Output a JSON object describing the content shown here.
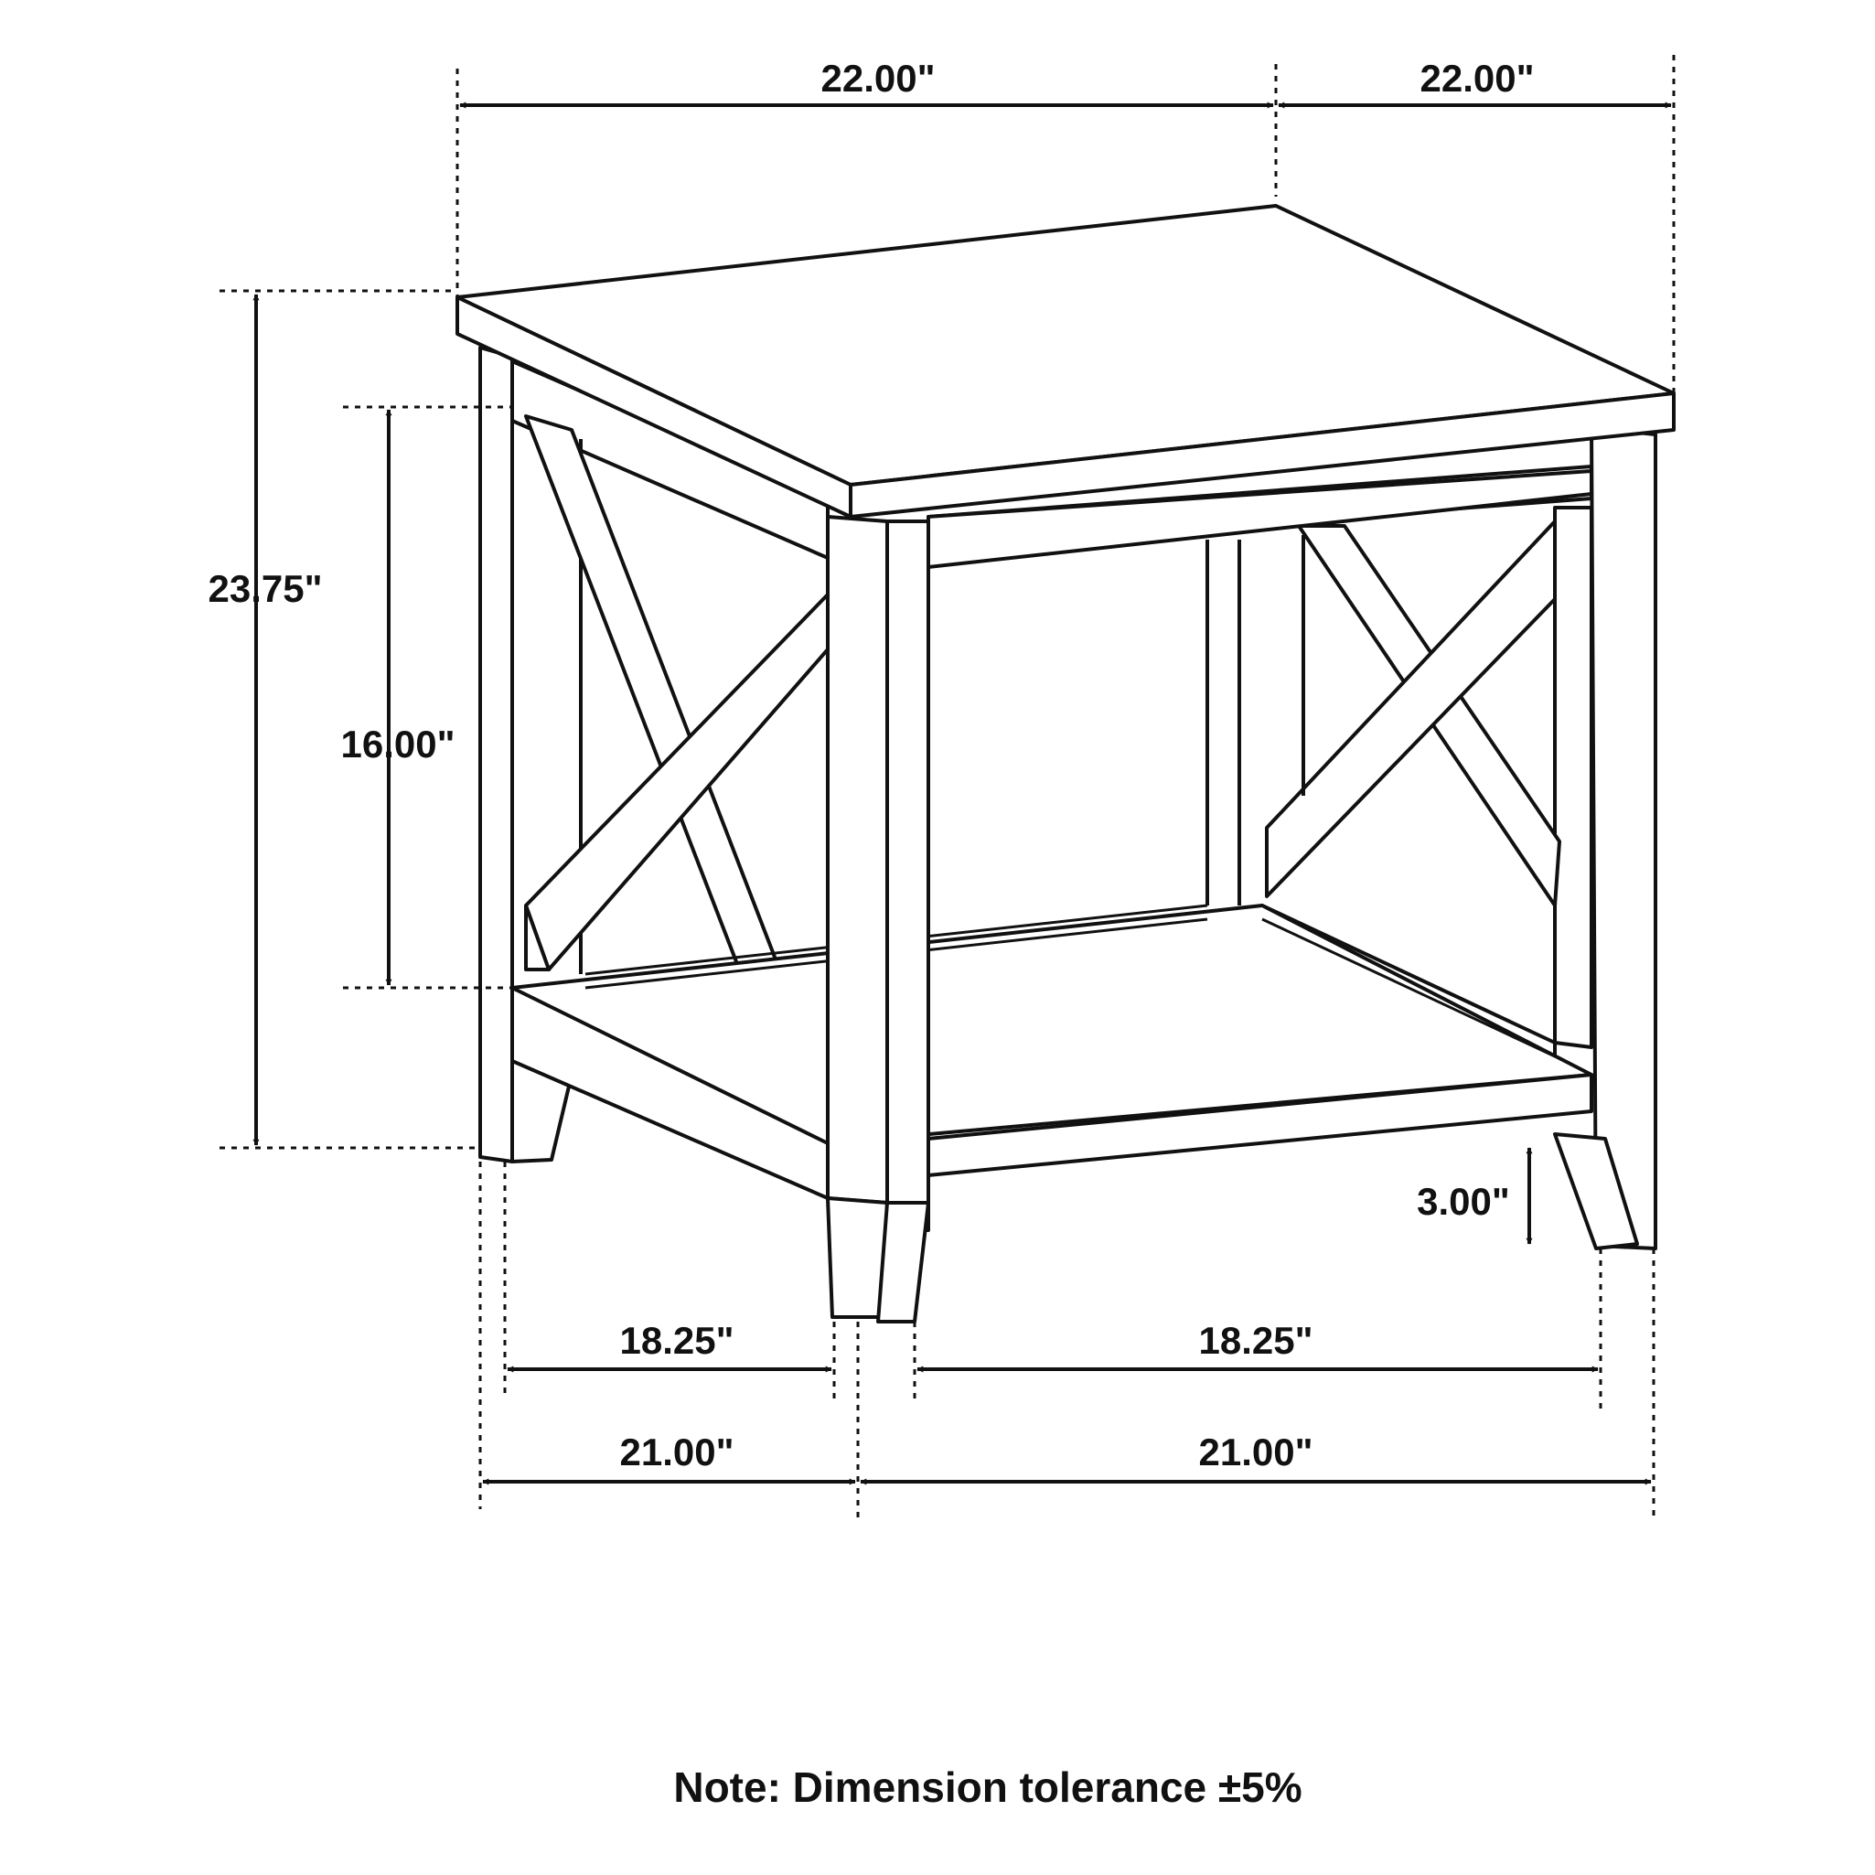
{
  "dimensions": {
    "top_width": "22.00\"",
    "top_depth": "22.00\"",
    "overall_height": "23.75\"",
    "shelf_clearance": "16.00\"",
    "leg_clearance": "3.00\"",
    "inner_width": "18.25\"",
    "inner_depth": "18.25\"",
    "outer_width": "21.00\"",
    "outer_depth": "21.00\""
  },
  "note": "Note: Dimension tolerance ±5%"
}
